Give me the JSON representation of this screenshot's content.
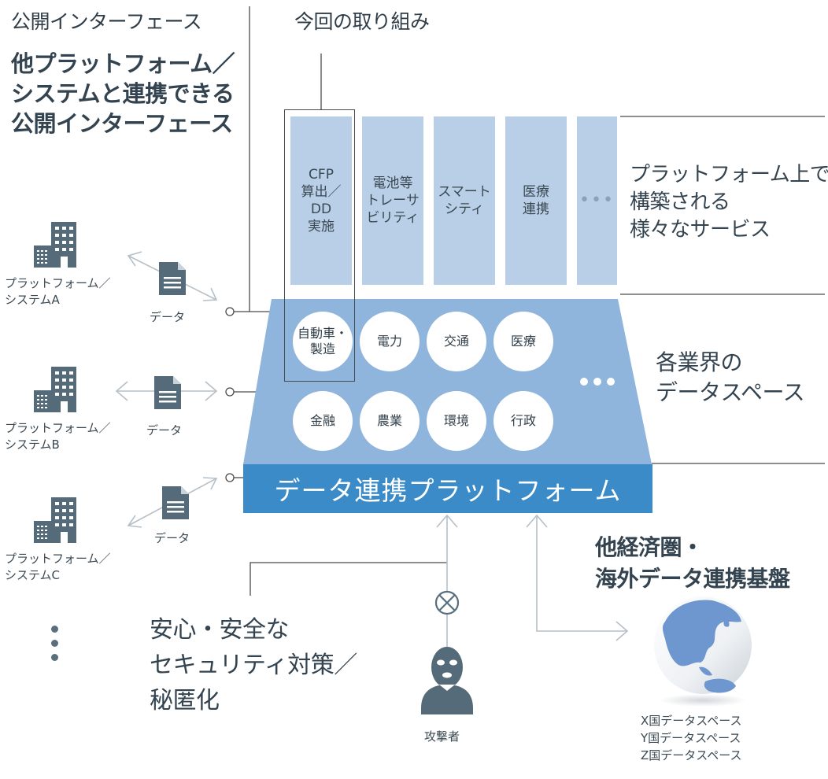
{
  "left_panel": {
    "heading": "公開インターフェース",
    "description": "他プラットフォーム／\nシステムと連携できる\n公開インターフェース"
  },
  "top_panel": {
    "heading": "今回の取り組み"
  },
  "services": {
    "items": [
      {
        "label": "CFP\n算出／\nDD\n実施",
        "highlighted": true
      },
      {
        "label": "電池等\nトレーサ\nビリティ"
      },
      {
        "label": "スマート\nシティ"
      },
      {
        "label": "医療\n連携"
      },
      {
        "label": "•••"
      }
    ],
    "caption": "プラットフォーム上で\n構築される\n様々なサービス"
  },
  "industries": {
    "row1": [
      "自動車・\n製造",
      "電力",
      "交通",
      "医療"
    ],
    "row2": [
      "金融",
      "農業",
      "環境",
      "行政"
    ],
    "more": "•••",
    "caption": "各業界の\nデータスペース"
  },
  "platform": {
    "label": "データ連携プラットフォーム",
    "color": "#3a8bc8",
    "trapezoid_color": "#8fb5dc",
    "service_color": "#b9cfe7"
  },
  "external_systems": [
    {
      "label": "プラットフォーム／\nシステムA",
      "data_label": "データ"
    },
    {
      "label": "プラットフォーム／\nシステムB",
      "data_label": "データ"
    },
    {
      "label": "プラットフォーム／\nシステムC",
      "data_label": "データ"
    }
  ],
  "security": {
    "caption": "安心・安全な\nセキュリティ対策／\n秘匿化",
    "attacker_label": "攻撃者"
  },
  "overseas": {
    "caption": "他経済圏・\n海外データ連携基盤",
    "spaces": "X国データスペース\nY国データスペース\nZ国データスペース"
  },
  "icons": {
    "building": "building-icon",
    "document": "document-icon",
    "attacker": "masked-person-icon",
    "blocked": "blocked-circle-x-icon",
    "globe": "globe-icon"
  },
  "colors": {
    "text": "#2f3d48",
    "icon": "#566b79",
    "line": "#4a4a4a",
    "arrow": "#b5c0c8"
  }
}
